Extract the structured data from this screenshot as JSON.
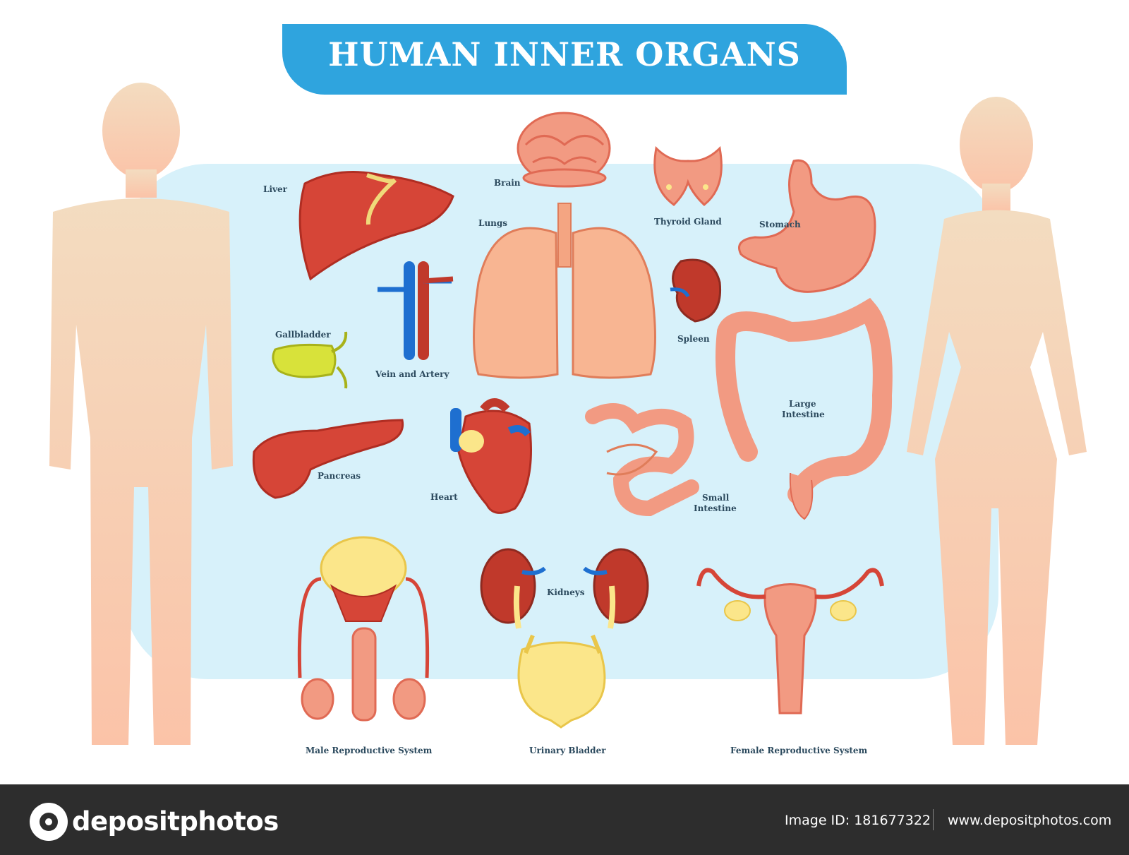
{
  "title": "HUMAN INNER ORGANS",
  "labels": {
    "liver": "Liver",
    "brain": "Brain",
    "lungs": "Lungs",
    "thyroid": "Thyroid Gland",
    "stomach": "Stomach",
    "gallbladder": "Gallbladder",
    "vein_artery": "Vein and Artery",
    "spleen": "Spleen",
    "large_intestine_1": "Large",
    "large_intestine_2": "Intestine",
    "pancreas": "Pancreas",
    "heart": "Heart",
    "small_intestine_1": "Small",
    "small_intestine_2": "Intestine",
    "kidneys": "Kidneys",
    "male_reproductive": "Male Reproductive System",
    "urinary_bladder": "Urinary Bladder",
    "female_reproductive": "Female Reproductive System"
  },
  "footer": {
    "brand": "depositphotos",
    "image_id": "Image ID: 181677322",
    "website": "www.depositphotos.com"
  },
  "colors": {
    "banner": "#2fa4de",
    "panel": "#d7f1fa",
    "silhouette": "#f7c9a8",
    "organ_red": "#c0392b",
    "organ_pink": "#f4a582",
    "vein_blue": "#1e6fd0",
    "gall_green": "#d8e23a",
    "bladder_yellow": "#fbe68a"
  }
}
